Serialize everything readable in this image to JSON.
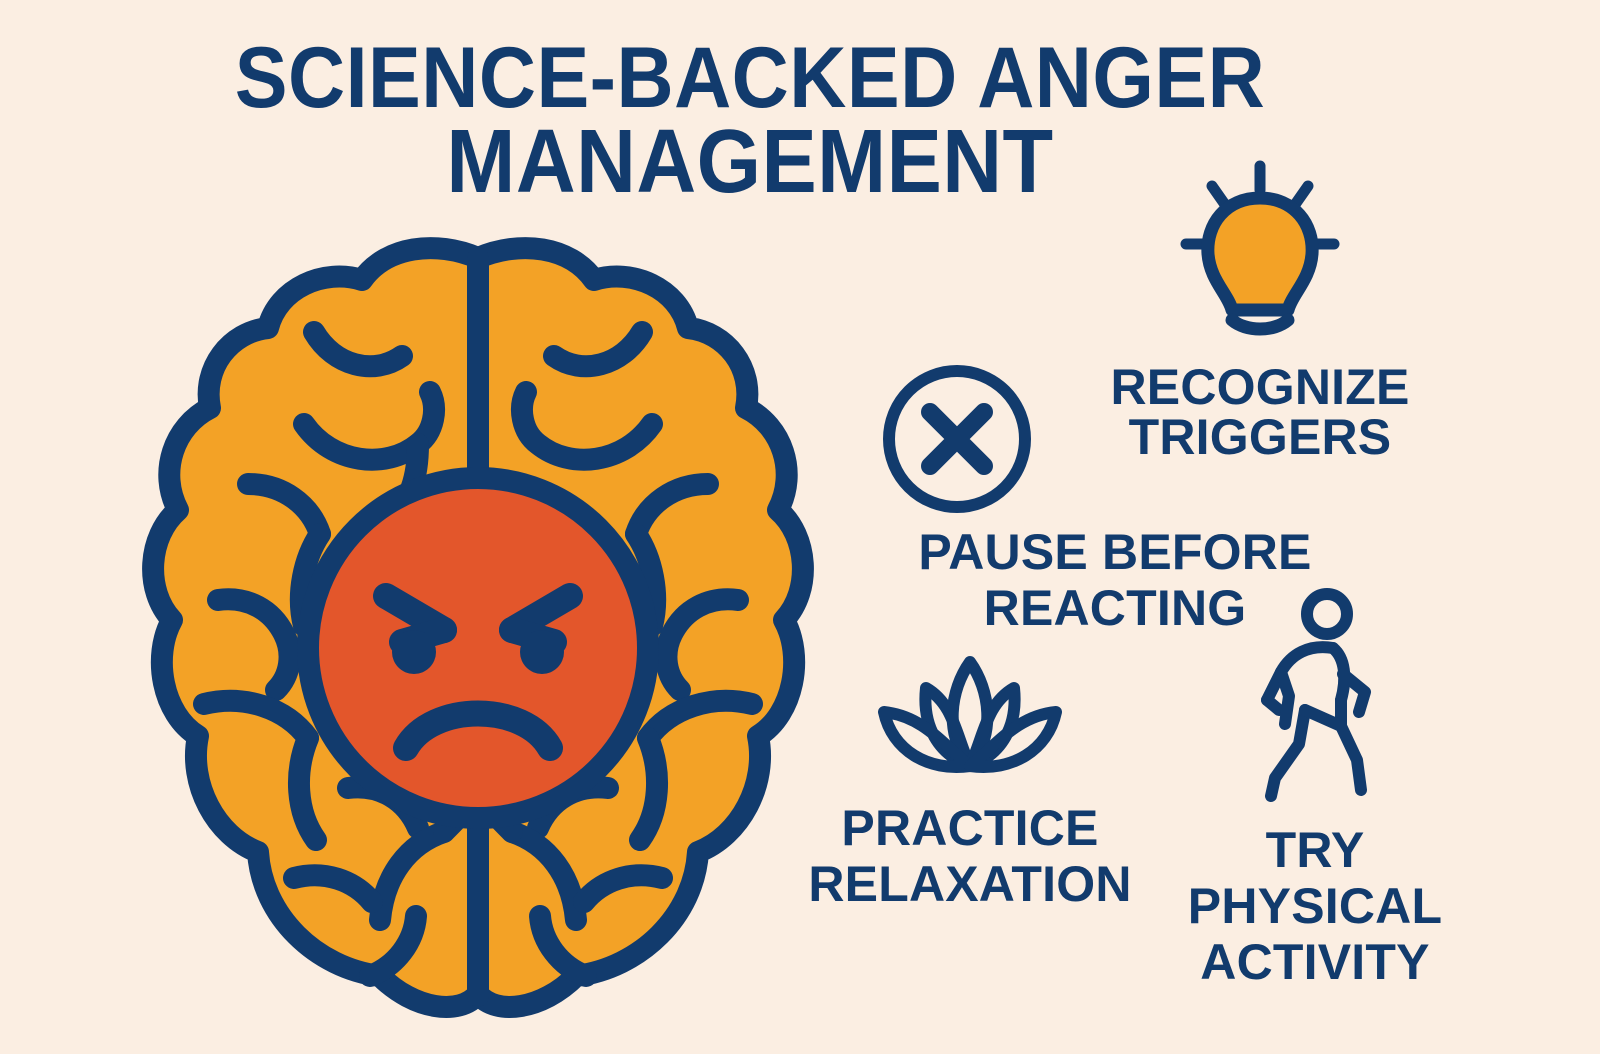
{
  "poster": {
    "title_line_1": "SCIENCE-BACKED ANGER",
    "title_line_2": "MANAGEMENT",
    "background_color": "#FBEEE2",
    "navy_color": "#123B6D",
    "orange_color": "#F3A226",
    "red_color": "#E3562B"
  },
  "illustration": {
    "name": "angry-brain",
    "brain_fill": "#F3A226",
    "brain_outline": "#123B6D",
    "face_fill": "#E3562B",
    "face_expression": "angry"
  },
  "tips": [
    {
      "icon": "lightbulb-icon",
      "line_1": "RECOGNIZE",
      "line_2": "TRIGGERS"
    },
    {
      "icon": "x-circle-icon",
      "line_1": "PAUSE BEFORE",
      "line_2": "REACTING"
    },
    {
      "icon": "lotus-icon",
      "line_1": "PRACTICE",
      "line_2": "RELAXATION"
    },
    {
      "icon": "walking-person-icon",
      "line_1": "TRY",
      "line_2": "PHYSICAL",
      "line_3": "ACTIVITY"
    }
  ]
}
